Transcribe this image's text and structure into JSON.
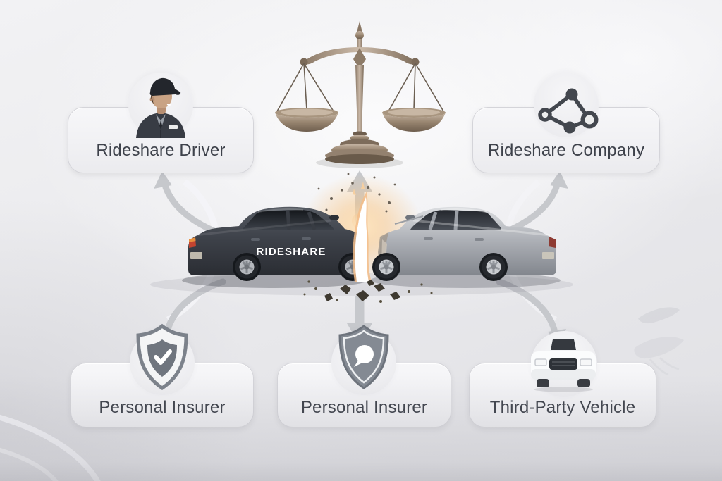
{
  "diagram": {
    "type": "rideshare-accident-liability-infographic",
    "nodes": {
      "driver": {
        "label": "Rideshare Driver",
        "icon": "driver-avatar-icon"
      },
      "company": {
        "label": "Rideshare Company",
        "icon": "network-nodes-icon"
      },
      "insurer_left": {
        "label": "Personal Insurer",
        "icon": "shield-check-icon"
      },
      "insurer_center": {
        "label": "Personal Insurer",
        "icon": "shield-chat-icon"
      },
      "third_party": {
        "label": "Third-Party Vehicle",
        "icon": "car-front-icon"
      }
    },
    "center_symbols": [
      "justice-scales-icon",
      "car-collision-illustration"
    ],
    "collision": {
      "car_label": "RIDESHARE"
    },
    "colors": {
      "background": "#eaeaed",
      "card_fill": "#f3f3f5",
      "card_border": "#d4d4d9",
      "label_text": "#3e424b",
      "arrow_gray": "#c6c8cc",
      "icon_gray": "#73777f",
      "icon_dark": "#43474e",
      "scales_bronze": "#9a8876",
      "dark_car": "#3c4046",
      "silver_car": "#b3b6bb",
      "flame_orange": "#f3bd8a",
      "door_text": "#ffffff"
    }
  }
}
